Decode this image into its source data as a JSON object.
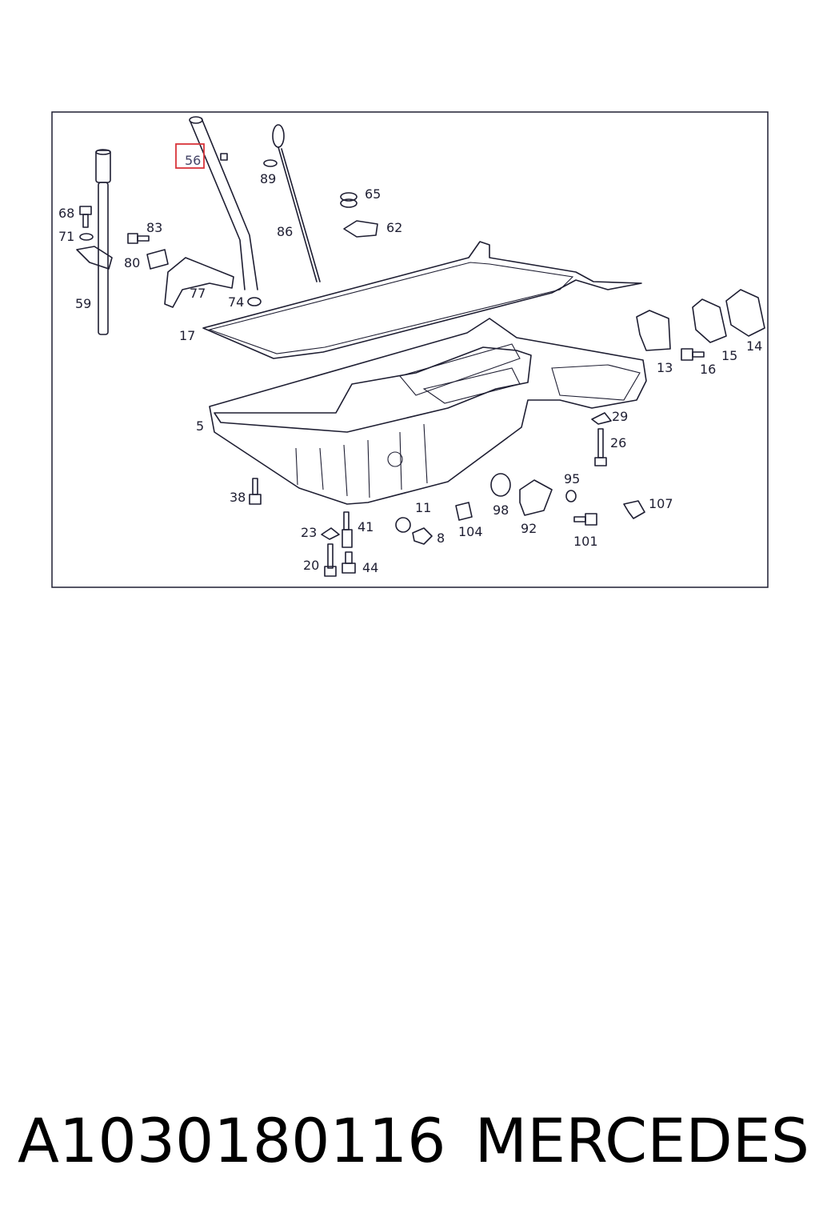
{
  "diagram": {
    "highlighted_part": "56",
    "callouts": [
      "56",
      "89",
      "65",
      "62",
      "86",
      "68",
      "83",
      "71",
      "80",
      "77",
      "59",
      "74",
      "17",
      "13",
      "16",
      "15",
      "14",
      "5",
      "29",
      "26",
      "95",
      "107",
      "38",
      "11",
      "98",
      "92",
      "104",
      "23",
      "41",
      "8",
      "101",
      "20",
      "44"
    ]
  },
  "caption": {
    "part_number": "A1030180116",
    "brand": "MERCEDES"
  },
  "colors": {
    "highlight": "#d8343a",
    "line": "#1e1e32"
  }
}
